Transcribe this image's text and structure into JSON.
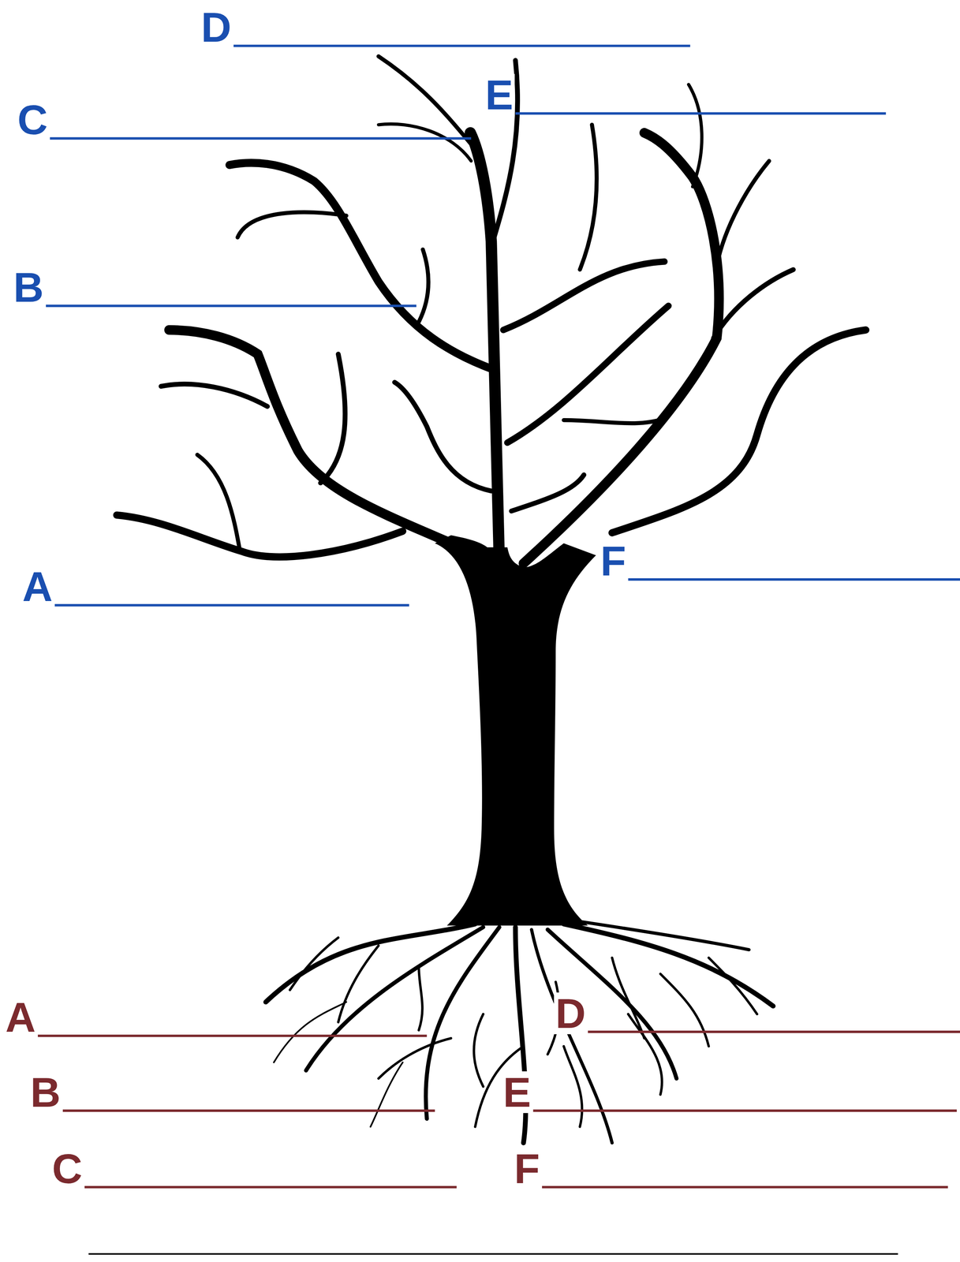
{
  "diagram": {
    "labels": [
      "D",
      "E",
      "C",
      "B",
      "F",
      "A",
      "A",
      "D",
      "B",
      "E",
      "C",
      "F"
    ]
  }
}
